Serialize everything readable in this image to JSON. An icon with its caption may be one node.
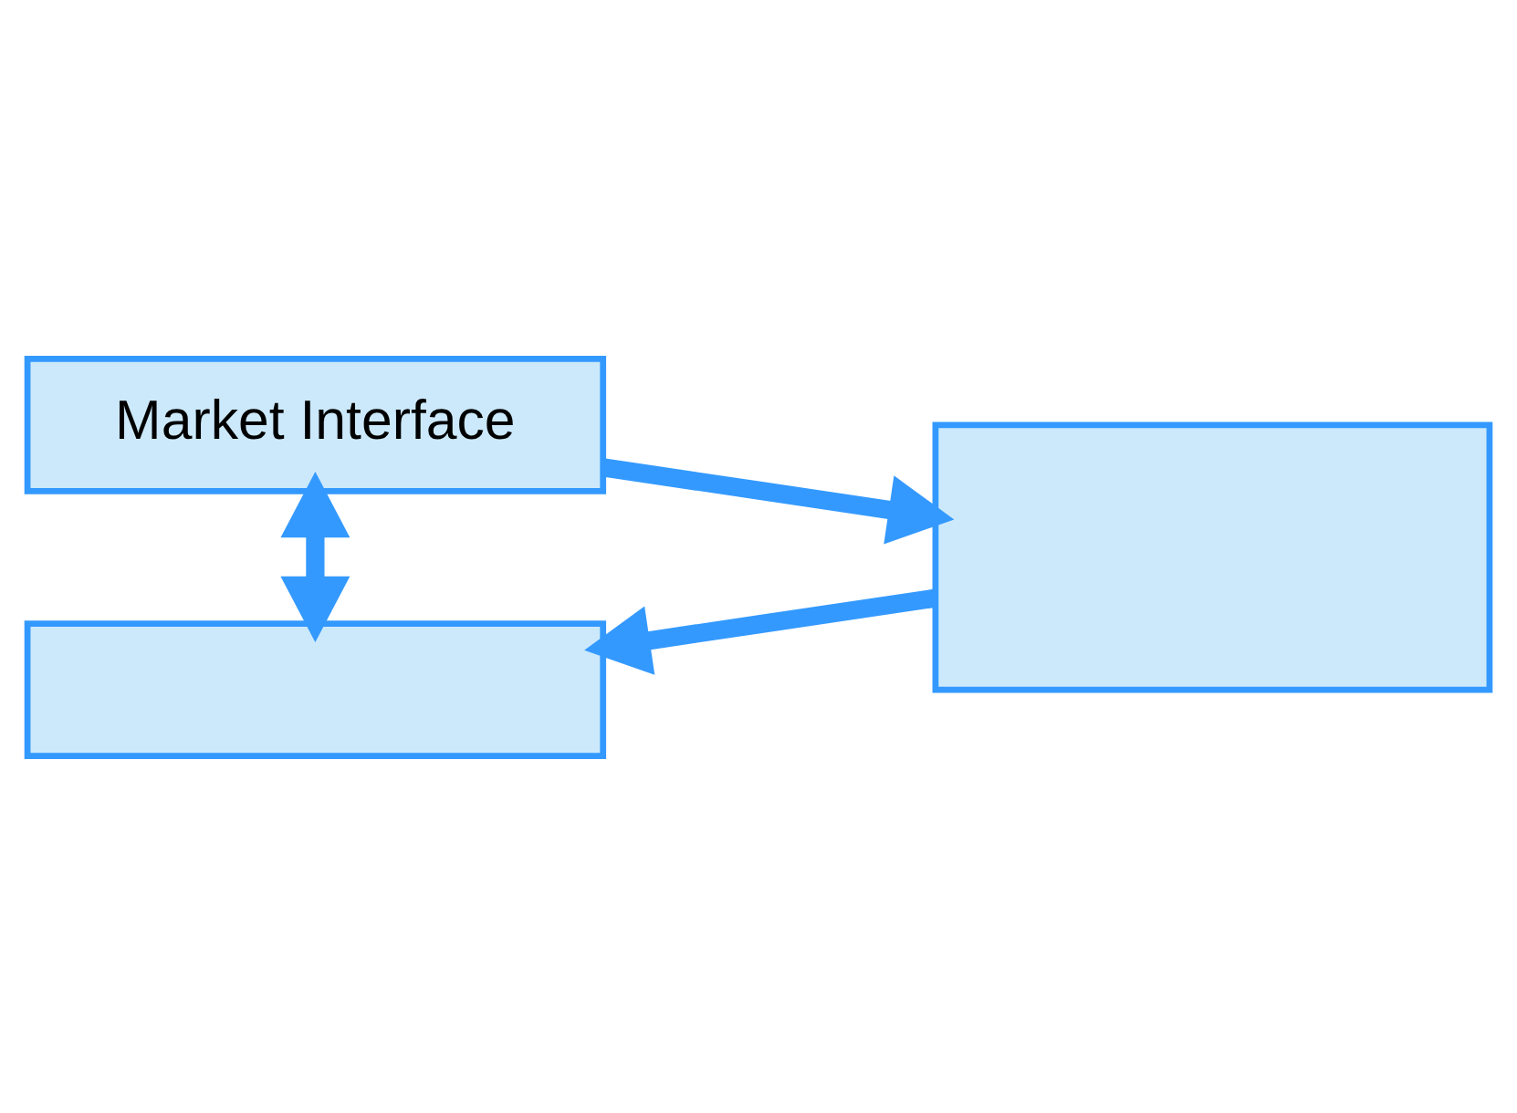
{
  "diagram": {
    "nodes": [
      {
        "text": [
          "Market Interface"
        ]
      },
      {
        "text": [],
        "shape": "box"
      },
      {
        "text": [],
        "shape": "box"
      }
    ],
    "edges": [
      {
        "from": 0,
        "to": 2,
        "arrow": "to"
      },
      {
        "from": 2,
        "to": 1,
        "arrow": "to"
      },
      {
        "from": 0,
        "to": 1,
        "arrow": "both"
      }
    ]
  }
}
